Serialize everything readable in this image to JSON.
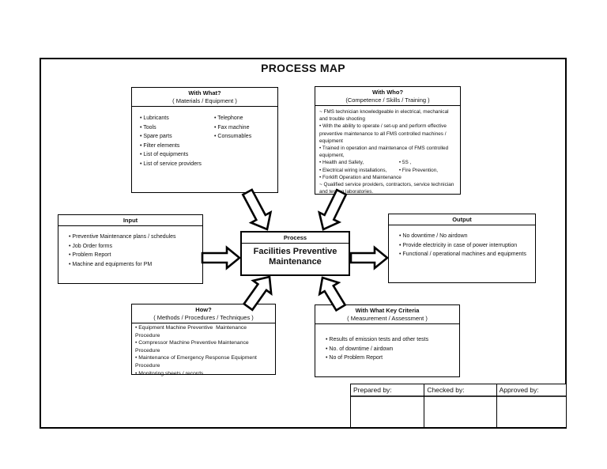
{
  "title": "PROCESS MAP",
  "boxes": {
    "with_what": {
      "header": "With What?",
      "subheader": "( Materials / Equipment )",
      "col1": [
        "• Lubricants",
        "• Tools",
        "• Spare parts",
        "• Filter elements",
        "• List of equipments",
        "• List of service providers"
      ],
      "col2": [
        "• Telephone",
        "• Fax machine",
        "• Consumables"
      ]
    },
    "with_who": {
      "header": "With Who?",
      "subheader": "(Competence / Skills / Training )",
      "items": [
        "~ FMS technician knowledgeable in electrical, mechanical and trouble shooting",
        "• With the ability to operate / set-up and perform effective preventive maintenance to all FMS controlled machines / equipment",
        "• Trained in operation and maintenance of FMS controlled equipment,",
        {
          "l": "• Health and Safety,",
          "r": "• 5S ,"
        },
        {
          "l": "•  Electrical wiring installations,",
          "r": "• Fire Prevention,"
        },
        "• Forklift Operation and Maintenance",
        "~ Qualified service providers, contractors, service technician and testing laboratories."
      ]
    },
    "input": {
      "header": "Input",
      "items": [
        "• Preventive Maintenance plans / schedules",
        "• Job Order forms",
        "• Problem Report",
        "• Machine and equipments for PM"
      ]
    },
    "process": {
      "header": "Process",
      "title": "Facilities Preventive Maintenance"
    },
    "output": {
      "header": "Output",
      "items": [
        "• No downtime / No airdown",
        "• Provide electricity in case of power interruption",
        "• Functional / operational machines and equipments"
      ]
    },
    "how": {
      "header": "How?",
      "subheader": "( Methods / Procedures / Techniques )",
      "items": [
        "• Equipment Machine Preventive  Maintenance Procedure",
        "• Compressor Machine Preventive Maintenance Procedure",
        "• Maintenance of Emergency Response Equipment Procedure",
        "• Monitoring sheets / records"
      ]
    },
    "criteria": {
      "header": "With What Key Criteria",
      "subheader": "( Measurement / Assessment )",
      "items": [
        "• Results of emission tests and other tests",
        "• No. of downtime / airdown",
        "• No of Problem Report"
      ]
    }
  },
  "signoff": {
    "columns": [
      "Prepared by:",
      "Checked by:",
      "Approved by:"
    ]
  },
  "colors": {
    "ink": "#000000",
    "paper": "#ffffff"
  }
}
